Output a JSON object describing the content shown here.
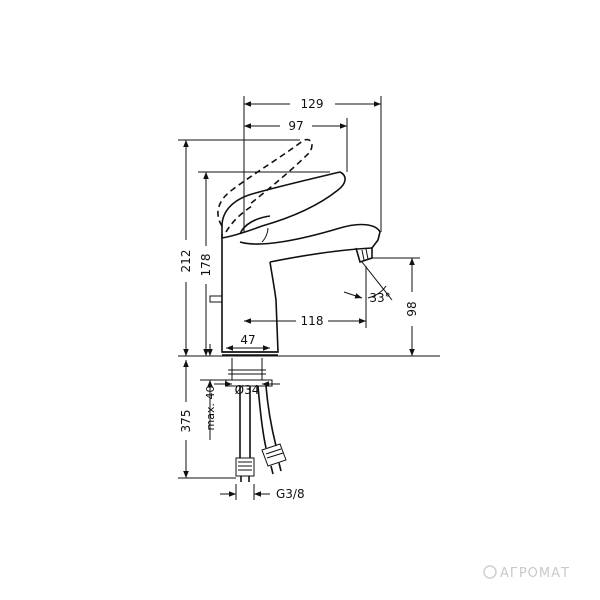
{
  "dimensions": {
    "overall_width": "129",
    "lever_reach": "97",
    "overall_height": "212",
    "lever_height": "178",
    "spout_angle": "33°",
    "spout_height": "98",
    "spout_reach": "118",
    "body_width": "47",
    "hole_diameter": "Ø34",
    "max_thickness": "max. 40",
    "hose_length": "375",
    "connection": "G3/8"
  },
  "watermark": "АГРОМАТ"
}
